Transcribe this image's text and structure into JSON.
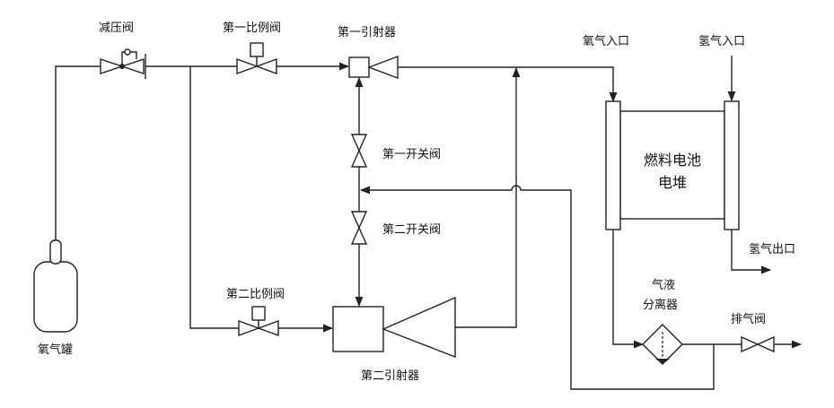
{
  "labels": {
    "pressure_reducing_valve": "减压阀",
    "first_proportional_valve": "第一比例阀",
    "first_ejector": "第一引射器",
    "oxygen_inlet": "氧气入口",
    "hydrogen_inlet": "氢气入口",
    "first_switch_valve": "第一开关阀",
    "second_switch_valve": "第二开关阀",
    "fuel_cell_stack_line1": "燃料电池",
    "fuel_cell_stack_line2": "电堆",
    "hydrogen_outlet": "氢气出口",
    "second_proportional_valve": "第二比例阀",
    "gas_liquid_separator_line1": "气液",
    "gas_liquid_separator_line2": "分离器",
    "exhaust_valve": "排气阀",
    "oxygen_tank": "氧气罐",
    "second_ejector": "第二引射器"
  }
}
